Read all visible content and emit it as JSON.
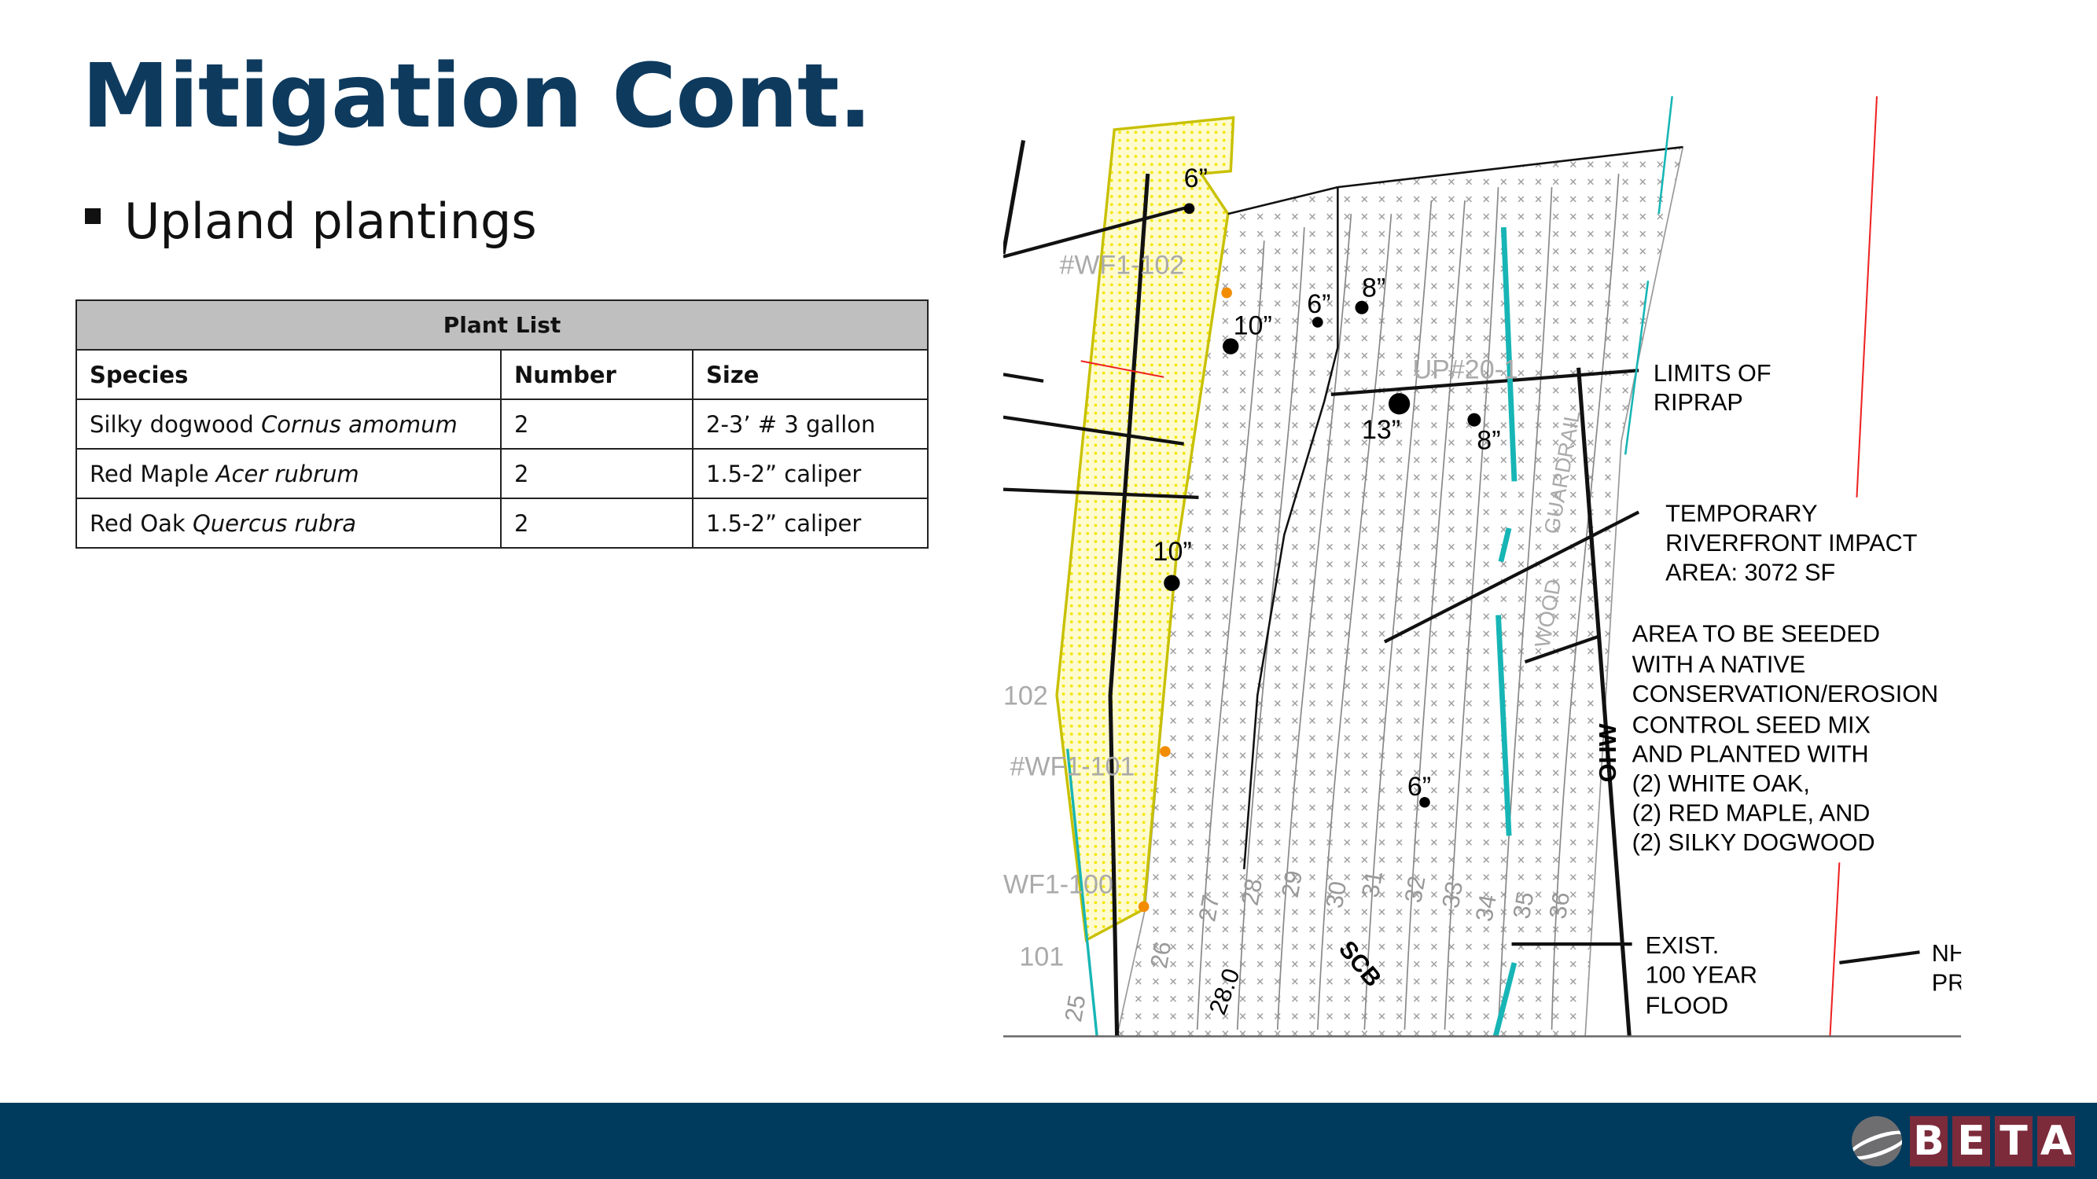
{
  "slide": {
    "title": "Mitigation Cont.",
    "bullet": "Upland plantings"
  },
  "table": {
    "caption": "Plant List",
    "headers": [
      "Species",
      "Number",
      "Size"
    ],
    "rows": [
      {
        "common": "Silky dogwood",
        "latin": "Cornus amomum",
        "number": "2",
        "size": "2-3’ # 3 gallon"
      },
      {
        "common": "Red Maple",
        "latin": "Acer rubrum",
        "number": "2",
        "size": "1.5-2” caliper"
      },
      {
        "common": "Red Oak",
        "latin": "Quercus rubra",
        "number": "2",
        "size": "1.5-2” caliper"
      }
    ]
  },
  "map": {
    "trees": [
      "6”",
      "10”",
      "6”",
      "8”",
      "13”",
      "8”",
      "10”",
      "6”"
    ],
    "grey_labels": [
      "#WF1-102",
      "UP#20-1",
      "102",
      "#WF1-101",
      "WF1-100",
      "101",
      "GUARDRAIL",
      "WOOD"
    ],
    "contours": [
      "25",
      "26",
      "27",
      "28",
      "29",
      "30",
      "31",
      "32",
      "33",
      "34",
      "35",
      "36",
      "28.0"
    ],
    "ohw": "OHW",
    "scb": "SCB",
    "callouts": {
      "riprap": [
        "LIMITS OF",
        "RIPRAP"
      ],
      "temporary": [
        "TEMPORARY",
        "RIVERFRONT IMPACT",
        "AREA: 3072 SF"
      ],
      "seeded": [
        "AREA TO BE SEEDED",
        "WITH A NATIVE",
        "CONSERVATION/EROSION",
        "CONTROL SEED MIX",
        "AND PLANTED WITH",
        "(2) WHITE OAK,",
        "(2) RED MAPLE, AND",
        "(2) SILKY DOGWOOD"
      ],
      "flood": [
        "EXIST.",
        "100 YEAR",
        "FLOOD"
      ],
      "nh": [
        "NH",
        "PR"
      ]
    }
  },
  "footer": {
    "logo_letters": [
      "B",
      "E",
      "T",
      "A"
    ]
  },
  "colors": {
    "title": "#0e3a5e",
    "footer": "#003a5d",
    "logo_tile": "#7c2b3b",
    "highlight": "#ffff66",
    "cyan": "#17b5b5"
  }
}
